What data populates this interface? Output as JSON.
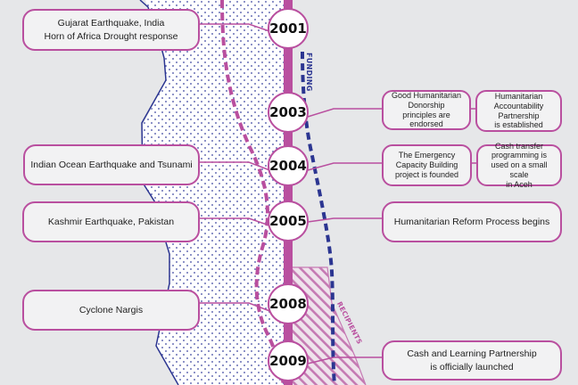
{
  "colors": {
    "background": "#e6e7e9",
    "accent_magenta": "#b94f9f",
    "navy": "#2b3591",
    "dots": "#3c46a0",
    "box_fill": "#f2f2f3"
  },
  "labels": {
    "funding": "FUNDING",
    "recipients": "RECIPIENTS"
  },
  "timeline": {
    "years": [
      {
        "year": "2001"
      },
      {
        "year": "2003"
      },
      {
        "year": "2004"
      },
      {
        "year": "2005"
      },
      {
        "year": "2008"
      },
      {
        "year": "2009"
      }
    ]
  },
  "left_events": [
    {
      "year": "2001",
      "text": "Gujarat Earthquake, India\nHorn of Africa Drought response"
    },
    {
      "year": "2004",
      "text": "Indian Ocean Earthquake and Tsunami"
    },
    {
      "year": "2005",
      "text": "Kashmir Earthquake, Pakistan"
    },
    {
      "year": "2008",
      "text": "Cyclone Nargis"
    }
  ],
  "right_events": [
    {
      "year": "2003",
      "text": "Good Humanitarian\nDonorship\nprinciples are endorsed"
    },
    {
      "year": "2003",
      "text": "Humanitarian\nAccountability\nPartnership\nis established"
    },
    {
      "year": "2004",
      "text": "The Emergency\nCapacity Building\nproject is founded"
    },
    {
      "year": "2004",
      "text": "Cash transfer\nprogramming is\nused on a small scale\nin Aceh"
    },
    {
      "year": "2005",
      "text": "Humanitarian Reform Process begins"
    },
    {
      "year": "2009",
      "text": "Cash and Learning Partnership\nis officially launched"
    }
  ]
}
